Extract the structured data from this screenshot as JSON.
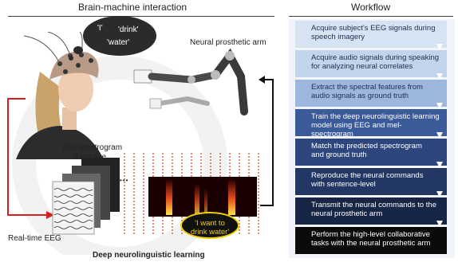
{
  "left_panel": {
    "title": "Brain-machine interaction",
    "thought_words": [
      "'I'",
      "'drink'",
      "'water'"
    ],
    "prosthetic_label": "Neural prosthetic arm",
    "mel_label_line1": "Mel-spectrogram",
    "mel_label_line2": "database",
    "ellipsis": "•••",
    "realtime_label": "Real-time EEG",
    "speech_line1": "'I want to",
    "speech_line2": "drink water'",
    "bottom_label": "Deep neurolinguistic learning"
  },
  "workflow": {
    "title": "Workflow",
    "steps": [
      {
        "line1": "Acquire subject's EEG signals during",
        "line2": "speech imagery",
        "bg": "#d6e3f3",
        "fg": "#1f2f4e"
      },
      {
        "line1": "Acquire audio signals during speaking",
        "line2": "for analyzing neural correlates",
        "bg": "#c2d3ec",
        "fg": "#1f2f4e"
      },
      {
        "line1": "Extract the spectral features from",
        "line2": "audio signals as ground truth",
        "bg": "#9db6de",
        "fg": "#1f2f4e"
      },
      {
        "line1": "Train the deep neurolinguistic learning",
        "line2": "model using EEG and mel-spectrogram",
        "bg": "#3b5a99",
        "fg": "#ffffff"
      },
      {
        "line1": "Match the predicted spectrogram",
        "line2": "and ground truth",
        "bg": "#2d477e",
        "fg": "#ffffff"
      },
      {
        "line1": "Reproduce the neural commands",
        "line2": "with sentence-level",
        "bg": "#223764",
        "fg": "#ffffff"
      },
      {
        "line1": "Transmit the neural commands to the",
        "line2": "neural prosthetic arm",
        "bg": "#172646",
        "fg": "#ffffff"
      },
      {
        "line1": "Perform the high-level collaborative",
        "line2": "tasks with the neural prosthetic arm",
        "bg": "#0b0b0b",
        "fg": "#ffffff"
      }
    ]
  },
  "colors": {
    "arrow_red": "#d42020",
    "arrow_black": "#111111",
    "speech_yellow": "#f0d000"
  }
}
